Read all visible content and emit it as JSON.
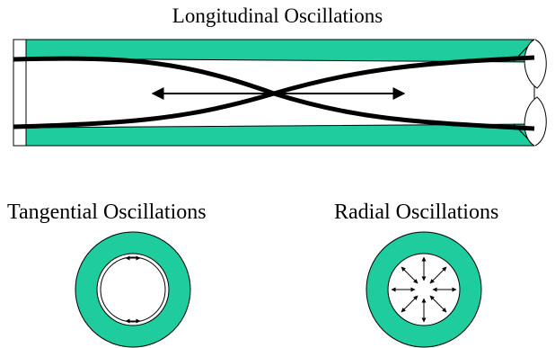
{
  "titles": {
    "longitudinal": "Longitudinal Oscillations",
    "tangential": "Tangential Oscillations",
    "radial": "Radial Oscillations"
  },
  "colors": {
    "wall": "#1ecc9e",
    "stroke": "#000000",
    "background": "#ffffff"
  }
}
